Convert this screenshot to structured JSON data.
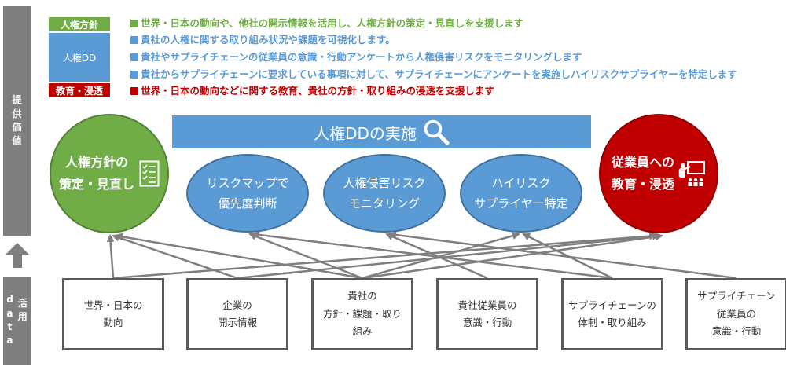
{
  "sidebar": {
    "top_chars": [
      "提",
      "供",
      "価",
      "値"
    ],
    "bottom_col1": [
      "d",
      "a",
      "t",
      "a"
    ],
    "bottom_col2": [
      "活",
      "用"
    ]
  },
  "legend": {
    "labels": [
      "人権方針",
      "人権DD",
      "教育・浸透"
    ],
    "lines": [
      "世界・日本の動向や、他社の開示情報を活用し、人権方針の策定・見直しを支援します",
      "貴社の人権に関する取り組み状況や課題を可視化します。",
      "貴社やサプライチェーンの従業員の意識・行動アンケートから人権侵害リスクをモニタリングします",
      "貴社からサプライチェーンに要求している事項に対して、サプライチェーンにアンケートを実施しハイリスクサプライヤーを特定します",
      "世界・日本の動向などに関する教育、貴社の方針・取り組みの浸透を支援します"
    ]
  },
  "dd_bar": {
    "label": "人権DDの実施"
  },
  "circles": {
    "policy": [
      "人権方針の",
      "策定・見直し"
    ],
    "risk_map": [
      "リスクマップで",
      "優先度判断"
    ],
    "monitoring": [
      "人権侵害リスク",
      "モニタリング"
    ],
    "high_risk": [
      "ハイリスク",
      "サプライヤー特定"
    ],
    "education": [
      "従業員への",
      "教育・浸透"
    ]
  },
  "sources": [
    [
      "世界・日本の",
      "動向"
    ],
    [
      "企業の",
      "開示情報"
    ],
    [
      "貴社の",
      "方針・課題・取り",
      "組み"
    ],
    [
      "貴社従業員の",
      "意識・行動"
    ],
    [
      "サプライチェーンの",
      "体制・取り組み"
    ],
    [
      "サプライチェーン",
      "従業員の",
      "意識・行動"
    ]
  ],
  "colors": {
    "green": "#70ad47",
    "blue": "#5b9bd5",
    "red": "#c00000",
    "gray": "#7f7f7f"
  }
}
